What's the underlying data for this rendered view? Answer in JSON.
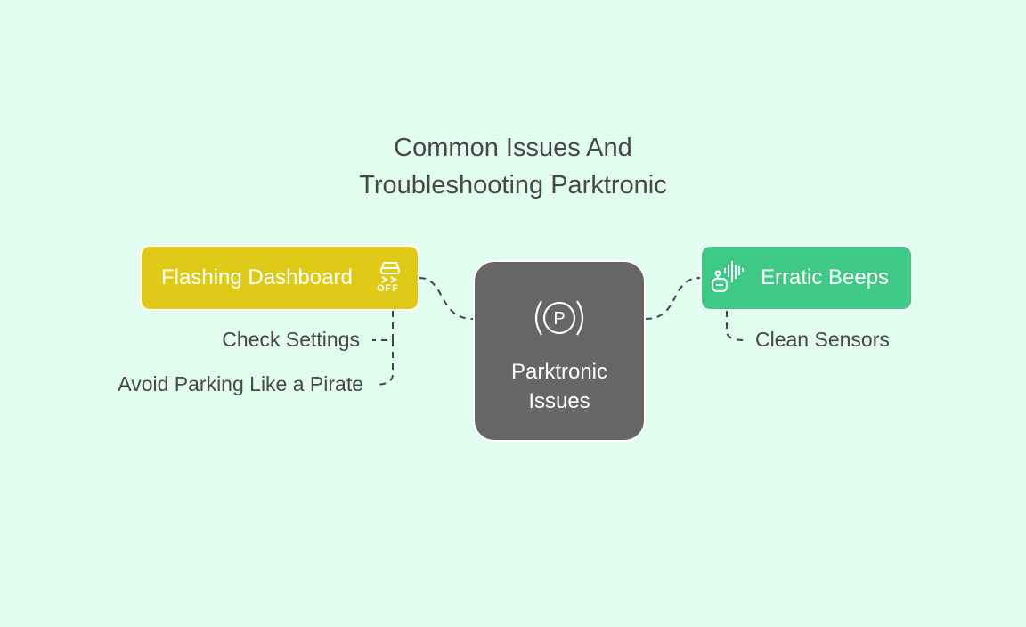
{
  "title": {
    "line1": "Common Issues And",
    "line2": "Troubleshooting Parktronic"
  },
  "center": {
    "label_line1": "Parktronic",
    "label_line2": "Issues",
    "icon": "parking-sensor-icon"
  },
  "branches": [
    {
      "label": "Flashing Dashboard",
      "icon": "traction-control-off-icon",
      "icon_text": "OFF",
      "color": "#dfcb17",
      "children": [
        "Check Settings",
        "Avoid Parking Like a Pirate"
      ]
    },
    {
      "label": "Erratic Beeps",
      "icon": "robot-sound-icon",
      "color": "#3fc986",
      "children": [
        "Clean Sensors"
      ]
    }
  ]
}
